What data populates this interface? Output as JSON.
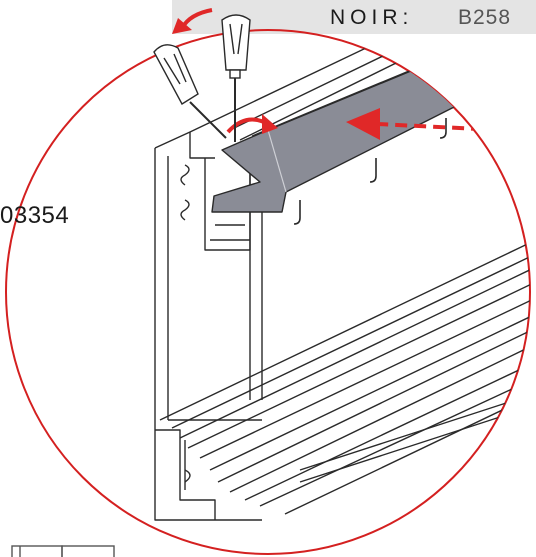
{
  "header": {
    "color_label": "NOIR:",
    "color_code": "B258"
  },
  "callout": {
    "part_number": "03354"
  },
  "colors": {
    "circle": "#d42020",
    "arrow": "#e02828",
    "cover_profile": "#8a8c96",
    "line": "#2a2a2a",
    "header_background": "#e4e4e4"
  },
  "icons": [
    "screwdriver-icon",
    "rotate-arrow-icon",
    "insert-arrow-icon",
    "profile-section-icon"
  ]
}
